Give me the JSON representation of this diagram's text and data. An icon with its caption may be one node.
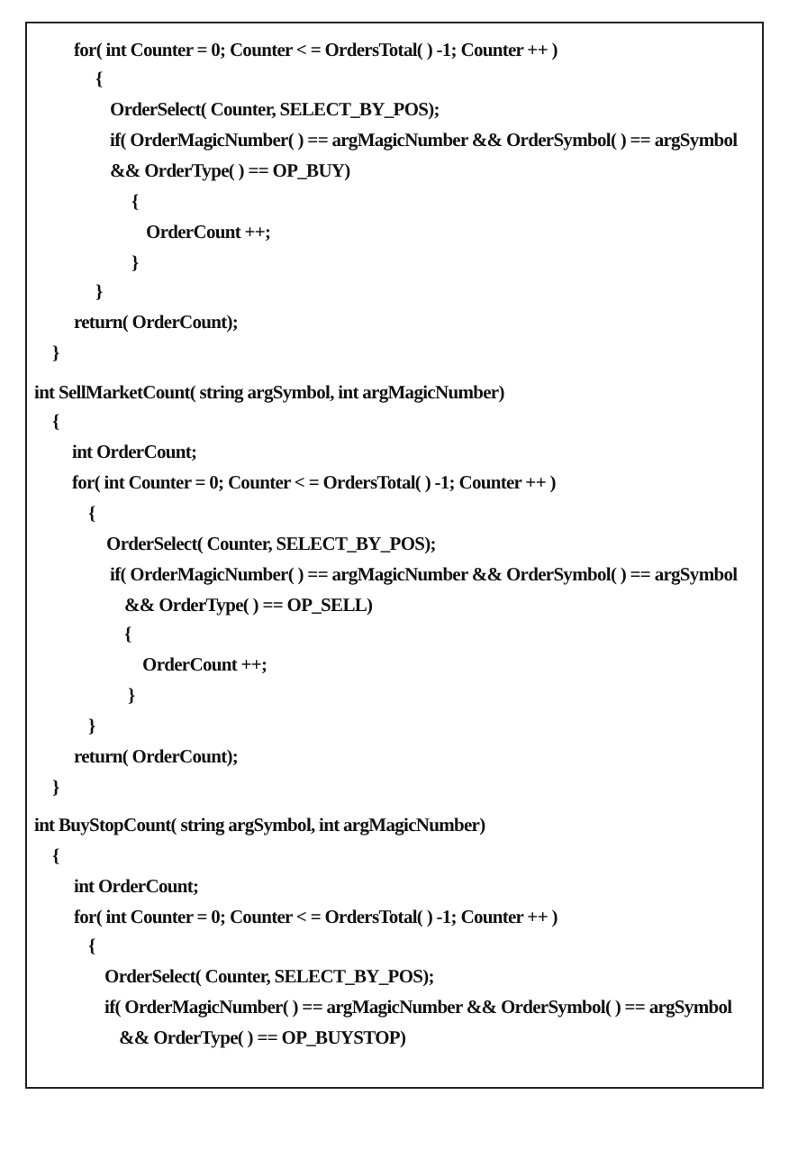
{
  "diagram": {
    "labels": [
      "for( int Counter = 0; Counter < = OrdersTotal( ) -1; Counter ++ )",
      "{",
      "OrderSelect( Counter, SELECT_BY_POS);",
      "if( OrderMagicNumber( ) == argMagicNumber && OrderSymbol( ) == argSymbol",
      "&& OrderType( ) == OP_BUY)",
      "{",
      "OrderCount ++;",
      "}",
      "}",
      "return( OrderCount);",
      "}",
      "int SellMarketCount( string argSymbol, int argMagicNumber)",
      "{",
      "int OrderCount;",
      "for( int Counter = 0; Counter < = OrdersTotal( ) -1; Counter ++ )",
      "{",
      "OrderSelect( Counter, SELECT_BY_POS);",
      "if( OrderMagicNumber( ) == argMagicNumber && OrderSymbol( ) == argSymbol",
      "&& OrderType( ) == OP_SELL)",
      "{",
      "OrderCount ++;",
      "}",
      "}",
      "return( OrderCount);",
      "}",
      "int BuyStopCount( string argSymbol, int argMagicNumber)",
      "{",
      "int OrderCount;",
      "for( int Counter = 0; Counter < = OrdersTotal( ) -1; Counter ++ )",
      "{",
      "OrderSelect( Counter, SELECT_BY_POS);",
      "if( OrderMagicNumber( ) == argMagicNumber && OrderSymbol( ) == argSymbol",
      "&& OrderType( ) == OP_BUYSTOP)"
    ]
  }
}
